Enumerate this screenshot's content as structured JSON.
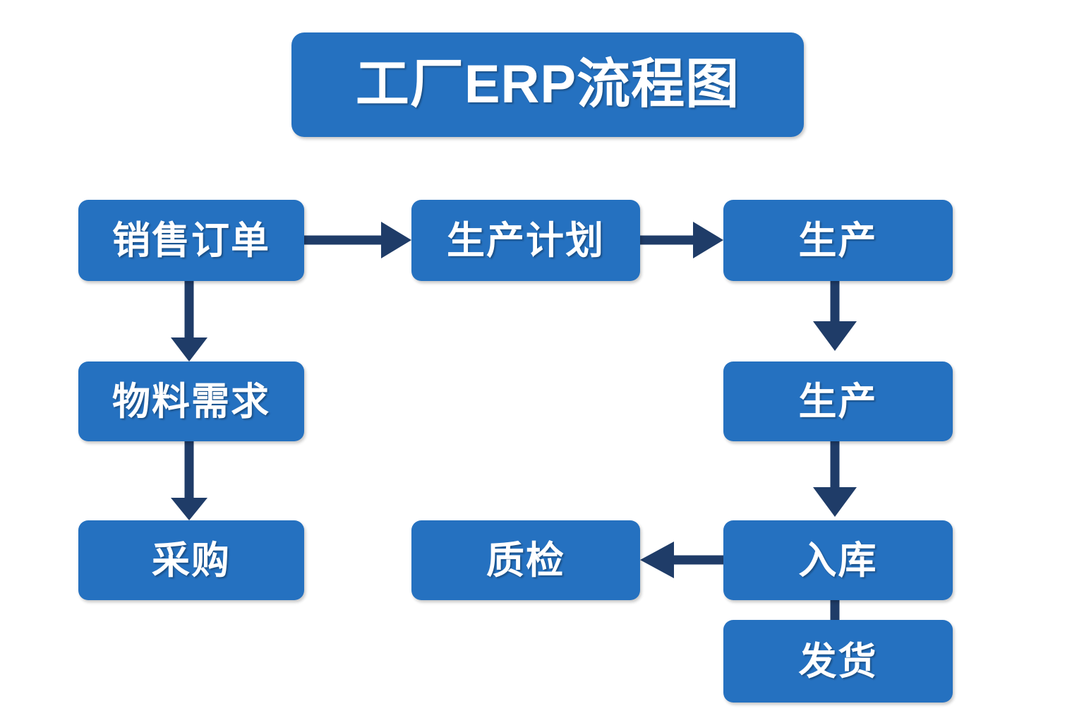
{
  "diagram": {
    "title": "工厂ERP流程图",
    "background_color": "#ffffff",
    "node_color": "#2571c0",
    "node_text_color": "#ffffff",
    "connector_color": "#1f3c68",
    "nodes": [
      {
        "id": "sales-order",
        "label": "销售订单"
      },
      {
        "id": "production-plan",
        "label": "生产计划"
      },
      {
        "id": "production",
        "label": "生产"
      },
      {
        "id": "material-requirement",
        "label": "物料需求"
      },
      {
        "id": "production-2",
        "label": "生产"
      },
      {
        "id": "procurement",
        "label": "采购"
      },
      {
        "id": "quality-inspection",
        "label": "质检"
      },
      {
        "id": "warehouse-in",
        "label": "入库"
      },
      {
        "id": "shipping",
        "label": "发货"
      }
    ],
    "edges": [
      {
        "from": "sales-order",
        "to": "production-plan",
        "direction": "right"
      },
      {
        "from": "production-plan",
        "to": "production",
        "direction": "right"
      },
      {
        "from": "sales-order",
        "to": "material-requirement",
        "direction": "down"
      },
      {
        "from": "material-requirement",
        "to": "procurement",
        "direction": "down"
      },
      {
        "from": "production",
        "to": "production-2",
        "direction": "down"
      },
      {
        "from": "production-2",
        "to": "warehouse-in",
        "direction": "down"
      },
      {
        "from": "warehouse-in",
        "to": "quality-inspection",
        "direction": "left"
      },
      {
        "from": "warehouse-in",
        "to": "shipping",
        "direction": "down-plain"
      }
    ]
  }
}
